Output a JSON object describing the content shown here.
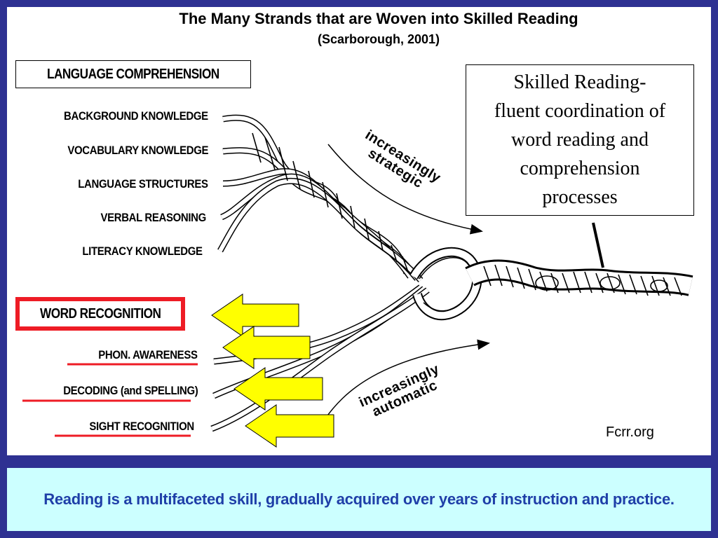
{
  "title": "The Many Strands that are Woven into Skilled Reading",
  "subtitle": "(Scarborough, 2001)",
  "language_comprehension": {
    "heading": "LANGUAGE COMPREHENSION",
    "strands": [
      "BACKGROUND KNOWLEDGE",
      "VOCABULARY KNOWLEDGE",
      "LANGUAGE STRUCTURES",
      "VERBAL REASONING",
      "LITERACY KNOWLEDGE"
    ]
  },
  "word_recognition": {
    "heading": "WORD RECOGNITION",
    "strands": [
      "PHON. AWARENESS",
      "DECODING (and SPELLING)",
      "SIGHT RECOGNITION"
    ]
  },
  "annotations": {
    "strategic_line1": "increasingly",
    "strategic_line2": "strategic",
    "automatic_line1": "increasingly",
    "automatic_line2": "automatic"
  },
  "skilled_reading": {
    "line1": "Skilled Reading-",
    "line2": "fluent coordination of",
    "line3": "word reading and",
    "line4": "comprehension",
    "line5": "processes"
  },
  "source": "Fcrr.org",
  "footer": "Reading is a multifaceted skill, gradually acquired over years of instruction and practice.",
  "colors": {
    "background": "#2e3192",
    "footer_bg": "#ccffff",
    "footer_text": "#1f3fa8",
    "highlight_red": "#ee1c25",
    "arrow_yellow": "#ffff00"
  }
}
